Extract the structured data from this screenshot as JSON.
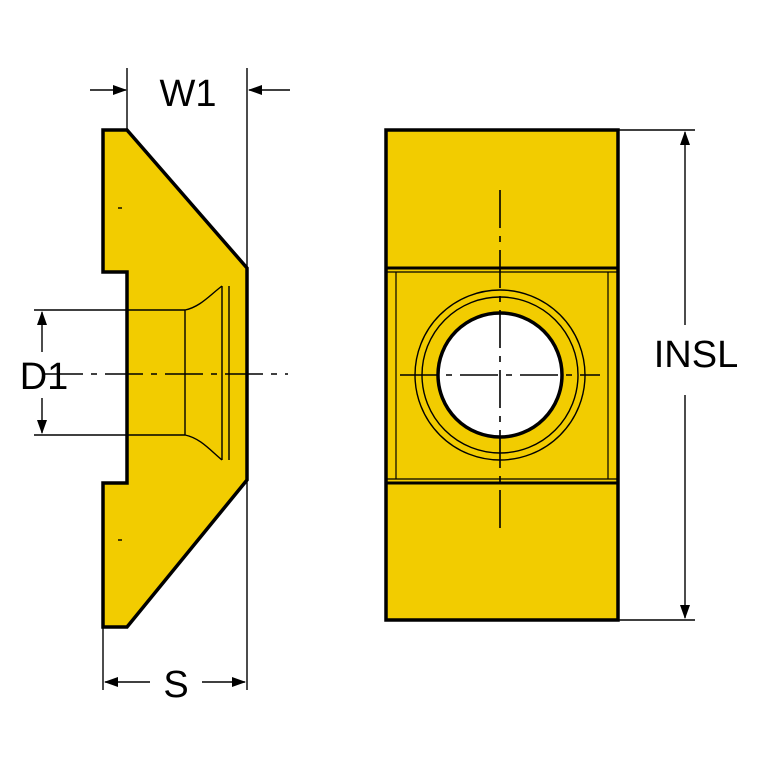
{
  "labels": {
    "w1": "W1",
    "d1": "D1",
    "s": "S",
    "insl": "INSL"
  },
  "colors": {
    "insert_fill": "#f2cc00",
    "outline": "#000000",
    "hole_fill": "#ffffff"
  }
}
